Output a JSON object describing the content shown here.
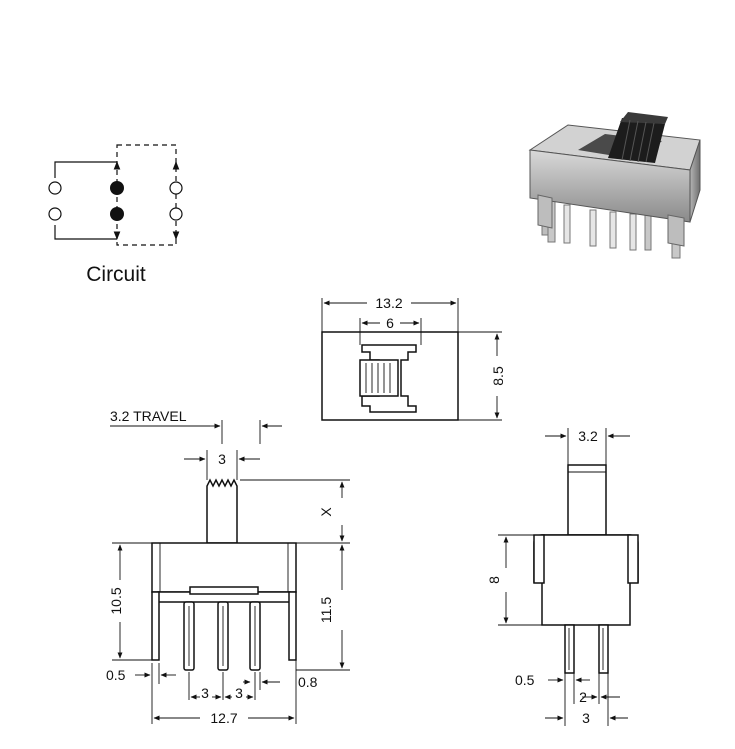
{
  "circuit": {
    "label": "Circuit"
  },
  "top_view": {
    "width": "13.2",
    "slot": "6",
    "height": "8.5"
  },
  "front_view": {
    "travel": "3.2 TRAVEL",
    "actuator": "3",
    "x": "X",
    "left_height": "10.5",
    "right_height": "11.5",
    "pin_width": "0.5",
    "pitch_left": "3",
    "pitch_right": "3",
    "pin_offset": "0.8",
    "overall": "12.7"
  },
  "side_view": {
    "actuator": "3.2",
    "height": "8",
    "pin_width": "0.5",
    "pitch": "2",
    "overall": "3"
  }
}
